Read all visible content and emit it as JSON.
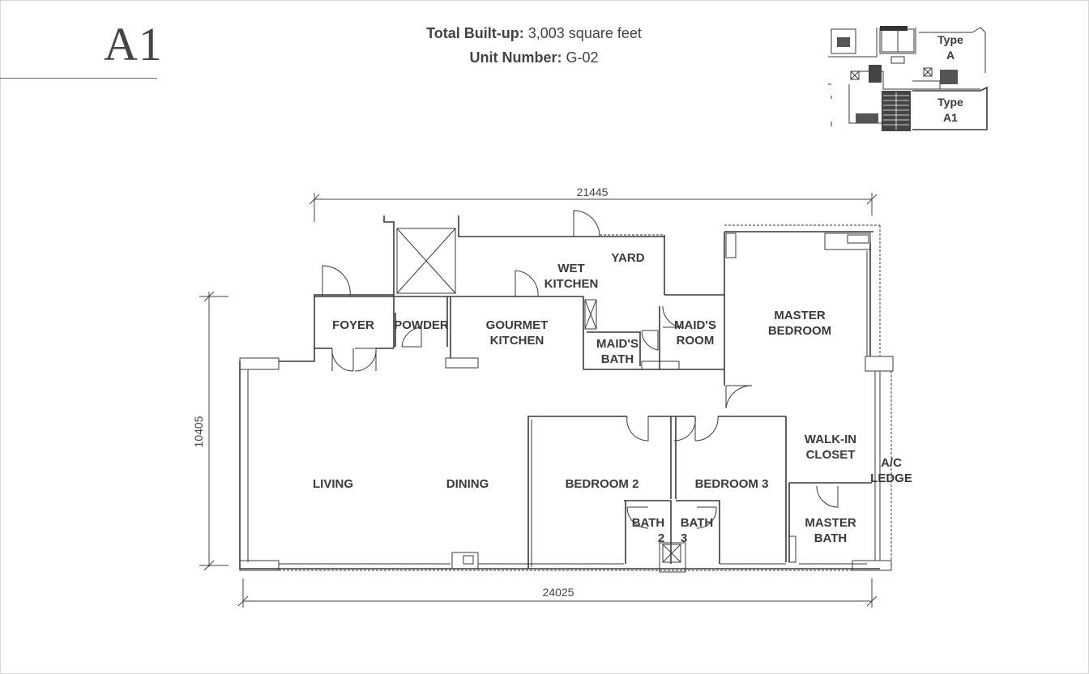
{
  "header": {
    "unit_type": "A1",
    "built_up_label": "Total Built-up:",
    "built_up_value": "3,003 square feet",
    "unit_number_label": "Unit Number:",
    "unit_number_value": "G-02"
  },
  "key_plan": {
    "type_a_line1": "Type",
    "type_a_line2": "A",
    "type_a1_line1": "Type",
    "type_a1_line2": "A1"
  },
  "dimensions": {
    "top_width": "21445",
    "bottom_width": "24025",
    "left_height": "10405"
  },
  "rooms": {
    "yard": "YARD",
    "wet_kitchen_1": "WET",
    "wet_kitchen_2": "KITCHEN",
    "foyer": "FOYER",
    "powder": "POWDER",
    "gourmet_1": "GOURMET",
    "gourmet_2": "KITCHEN",
    "maids_bath_1": "MAID'S",
    "maids_bath_2": "BATH",
    "maids_room_1": "MAID'S",
    "maids_room_2": "ROOM",
    "master_bedroom_1": "MASTER",
    "master_bedroom_2": "BEDROOM",
    "walkin_1": "WALK-IN",
    "walkin_2": "CLOSET",
    "ac_ledge_1": "A/C",
    "ac_ledge_2": "LEDGE",
    "living": "LIVING",
    "dining": "DINING",
    "bedroom2": "BEDROOM 2",
    "bedroom3": "BEDROOM 3",
    "bath2_1": "BATH",
    "bath2_2": "2",
    "bath3_1": "BATH",
    "bath3_2": "3",
    "master_bath_1": "MASTER",
    "master_bath_2": "BATH"
  }
}
